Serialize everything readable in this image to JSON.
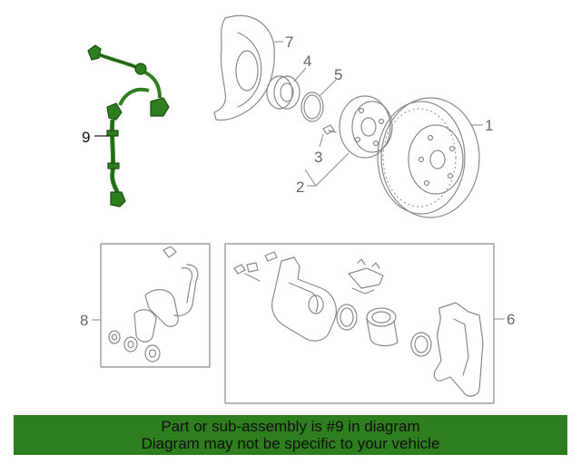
{
  "callouts": {
    "c1": "1",
    "c2": "2",
    "c3": "3",
    "c4": "4",
    "c5": "5",
    "c6": "6",
    "c7": "7",
    "c8": "8",
    "c9": "9"
  },
  "banner": {
    "line1": "Part or sub-assembly is #9 in diagram",
    "line2": "Diagram may not be specific to your vehicle"
  },
  "colors": {
    "highlight": "#2e7d1e",
    "banner_bg": "#2e7d1e",
    "line": "#8a8a8a"
  }
}
